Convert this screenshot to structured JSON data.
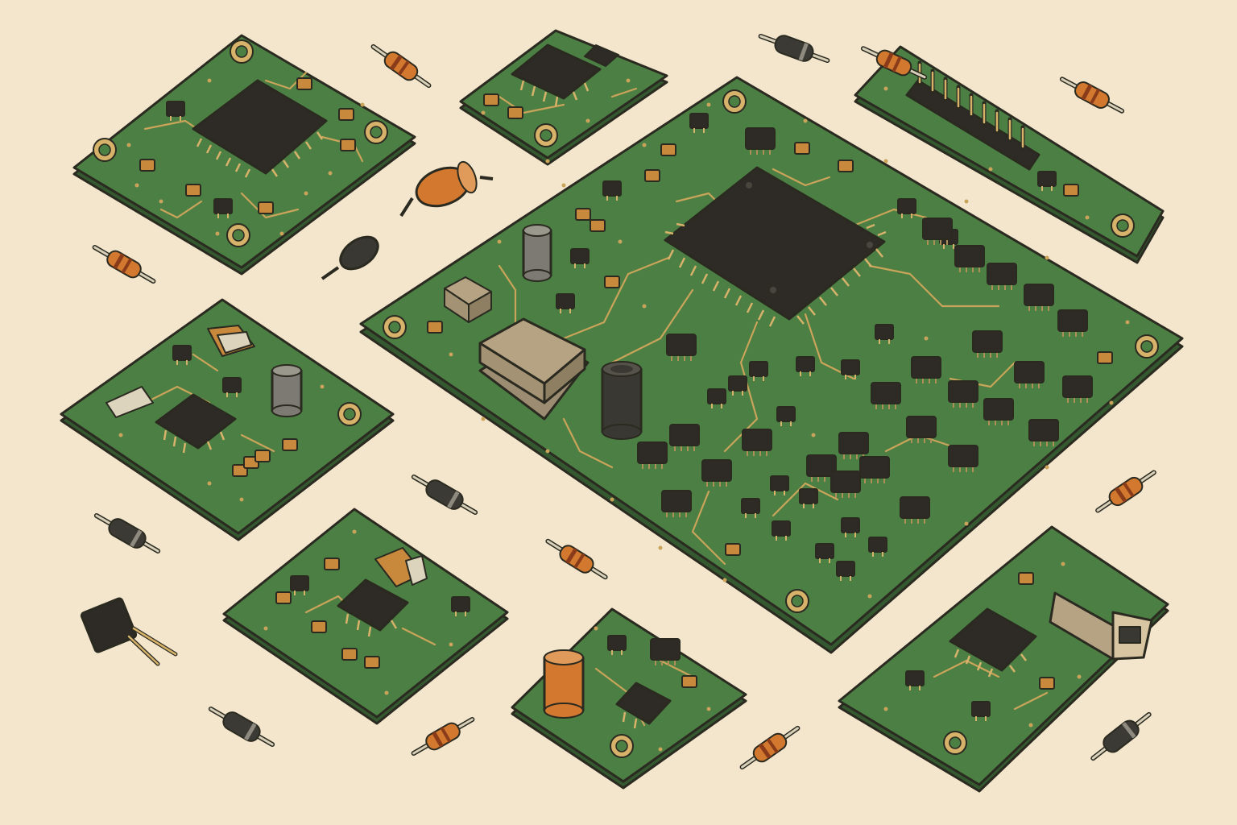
{
  "scene": {
    "background": "#f4e6cc",
    "board_color": "#4c7f44",
    "board_edge": "#34582f",
    "chip_color": "#2e2b26",
    "trace_color": "#c9a45a",
    "resistor_color": "#d2782f",
    "boards": [
      {
        "name": "pcb-top-left",
        "features": [
          "qfp-chip",
          "smd-parts",
          "mount-holes"
        ]
      },
      {
        "name": "pcb-top-small",
        "features": [
          "soic-chip",
          "smd-parts"
        ]
      },
      {
        "name": "pcb-header-strip",
        "features": [
          "pin-header"
        ]
      },
      {
        "name": "pcb-main",
        "features": [
          "large-qfp-chip",
          "crystal",
          "electrolytic-capacitors",
          "transistors",
          "mount-holes"
        ]
      },
      {
        "name": "pcb-mid-left",
        "features": [
          "soic-chip",
          "capacitor",
          "mount-hole"
        ]
      },
      {
        "name": "pcb-bottom-left",
        "features": [
          "soic-chip",
          "smd-parts"
        ]
      },
      {
        "name": "pcb-bottom-center",
        "features": [
          "electrolytic-capacitor",
          "soic-chip",
          "mount-hole"
        ]
      },
      {
        "name": "pcb-bottom-right",
        "features": [
          "qfp-chip",
          "usb-connector",
          "mount-hole"
        ]
      }
    ],
    "loose_components": [
      "axial-resistor",
      "axial-diode",
      "electrolytic-capacitor",
      "transistor-to92"
    ]
  }
}
